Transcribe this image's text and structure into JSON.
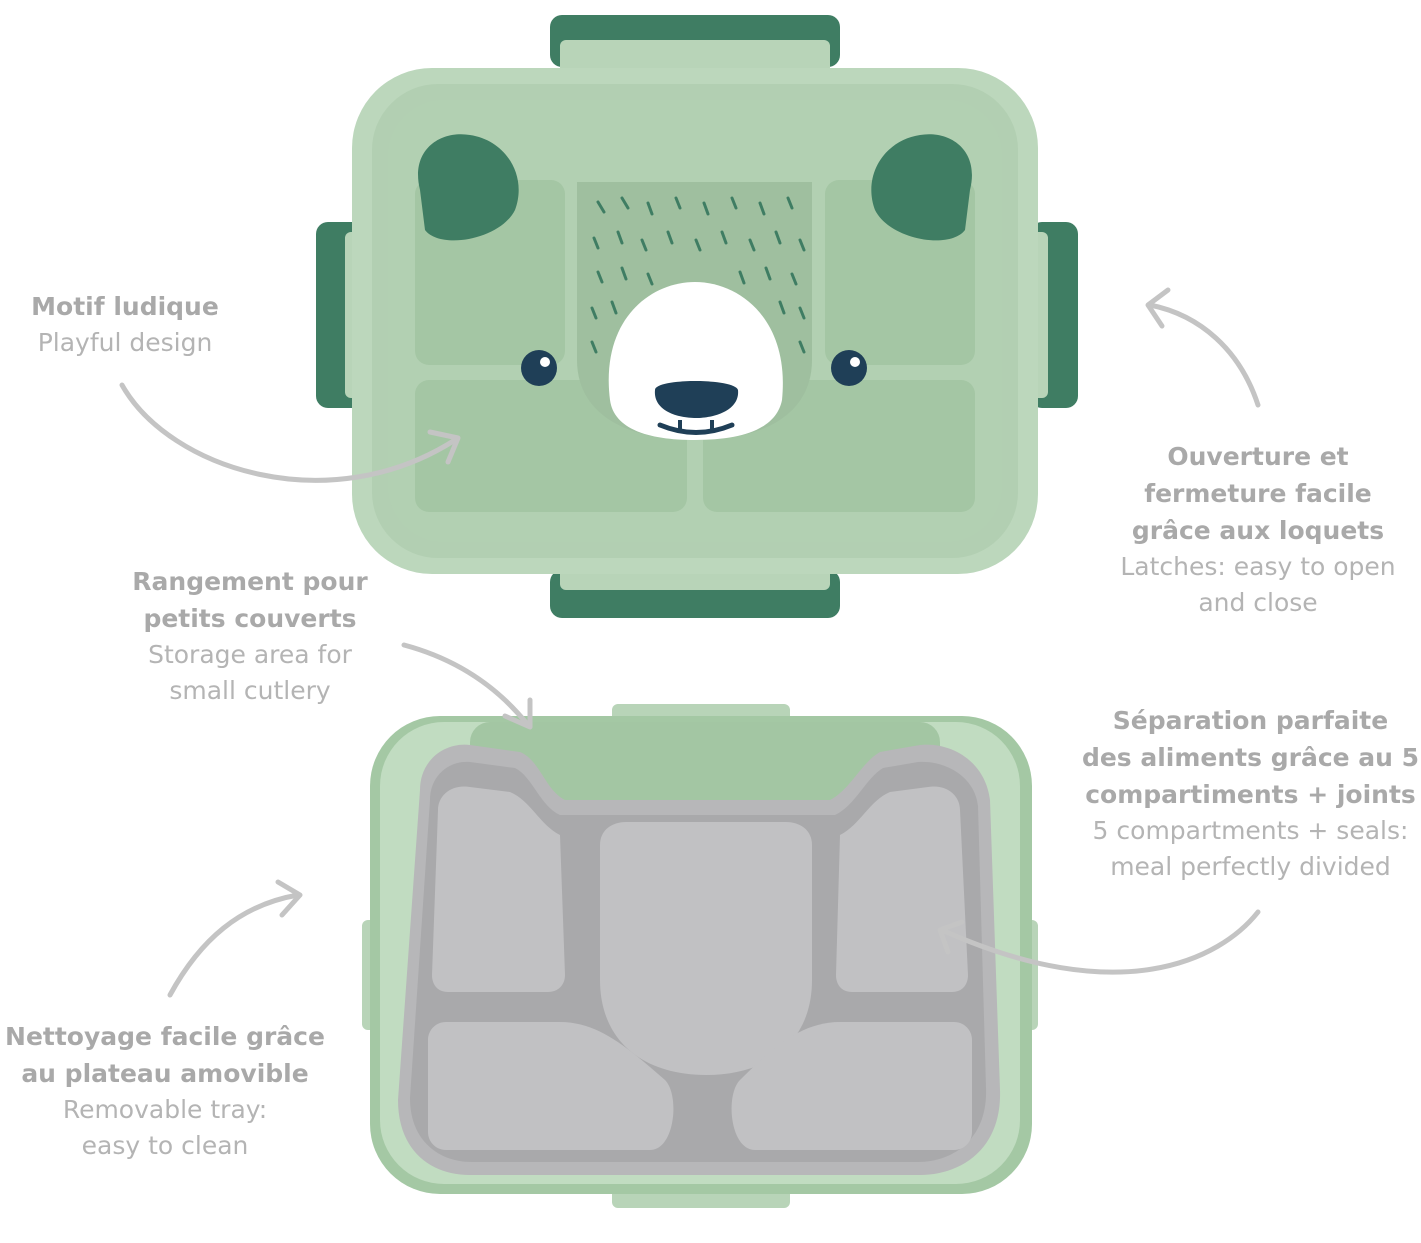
{
  "colors": {
    "lid_light": "#b9d5b9",
    "lid_mid": "#a8c9a8",
    "accent_dark_green": "#3f7d63",
    "navy": "#1f3f57",
    "steel": "#b7b7b9",
    "label_gray": "#a9a9a9",
    "arrow_gray": "#c4c4c4"
  },
  "callouts": {
    "playful": {
      "fr": "Motif ludique",
      "en": "Playful design"
    },
    "latches": {
      "fr": [
        "Ouverture et",
        "fermeture facile",
        "grâce aux loquets"
      ],
      "en": [
        "Latches: easy to open",
        "and close"
      ]
    },
    "cutlery": {
      "fr": [
        "Rangement pour",
        "petits couverts"
      ],
      "en": [
        "Storage area for",
        "small cutlery"
      ]
    },
    "compartments": {
      "fr": [
        "Séparation parfaite",
        "des aliments grâce au 5",
        "compartiments + joints"
      ],
      "en": [
        "5 compartments + seals:",
        "meal perfectly divided"
      ]
    },
    "tray": {
      "fr": [
        "Nettoyage facile grâce",
        "au plateau amovible"
      ],
      "en": [
        "Removable tray:",
        "easy to clean"
      ]
    }
  },
  "illustrations": {
    "lid": "bear-face-lid",
    "base": "stainless-steel-tray"
  }
}
